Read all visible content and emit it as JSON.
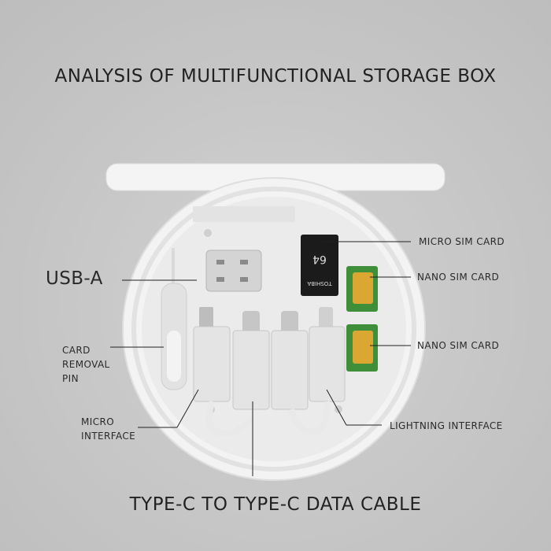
{
  "title": "ANALYSIS OF MULTIFUNCTIONAL STORAGE BOX",
  "bottom_title": "TYPE-C TO TYPE-C DATA CABLE",
  "labels": {
    "usb_a": "USB-A",
    "card_removal_pin": [
      "CARD",
      "REMOVAL",
      "PIN"
    ],
    "micro_interface": [
      "MICRO",
      "INTERFACE"
    ],
    "micro_sim_card": "MICRO SIM CARD",
    "nano_sim_card_1": "NANO SIM CARD",
    "nano_sim_card_2": "NANO SIM CARD",
    "lightning_interface": "LIGHTNING INTERFACE"
  },
  "sd_card": {
    "brand": "TOSHIBA",
    "capacity": "64"
  },
  "colors": {
    "sim_green": "#3f8f3a",
    "sim_gold": "#d9a732",
    "sd_black": "#1b1b1b"
  }
}
